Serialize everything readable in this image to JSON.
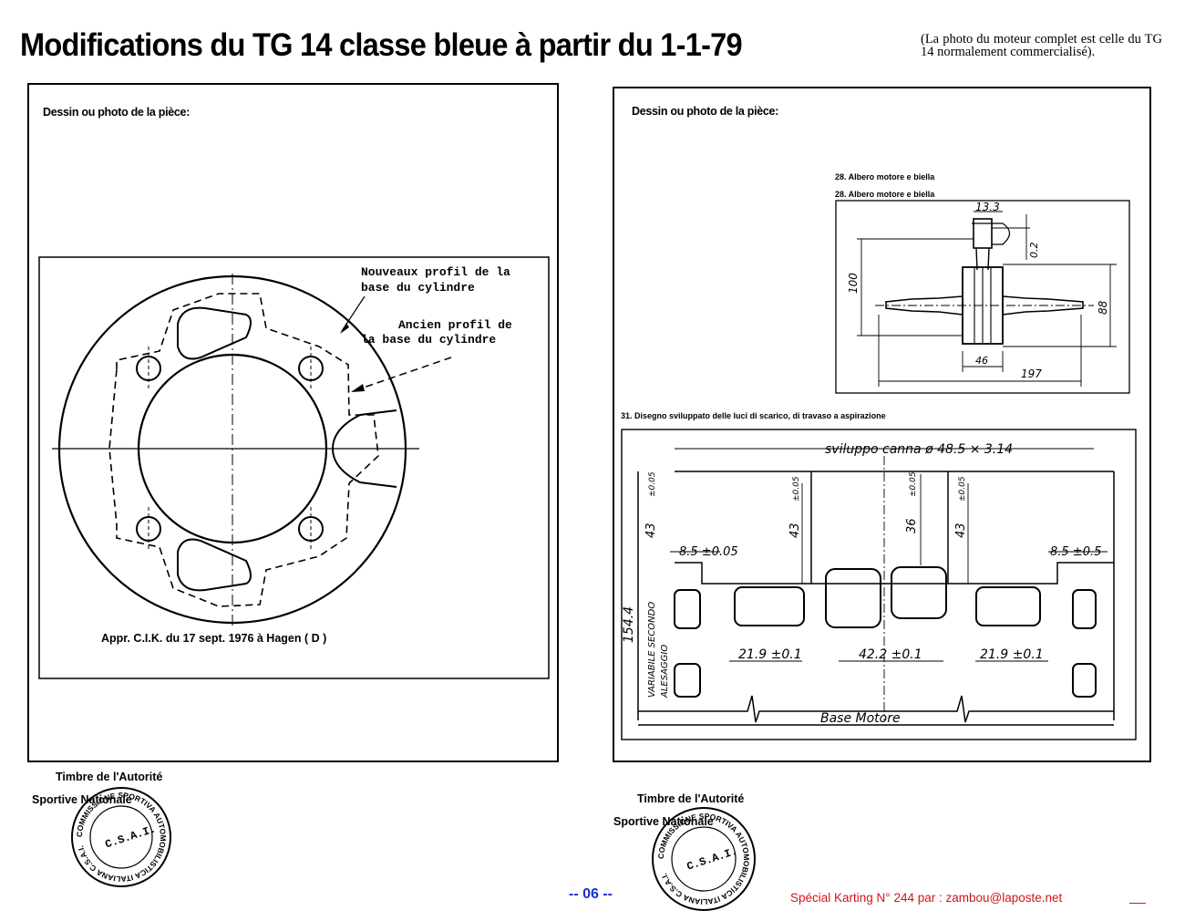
{
  "header": {
    "title": "Modifications du TG 14 classe bleue à partir du 1-1-79",
    "note": "(La photo du moteur complet est celle du TG 14 normalement commercialisé)."
  },
  "left_panel": {
    "field_label": "Dessin ou photo de la pièce:",
    "callout_new": [
      "Nouveaux profil de la",
      "base du cylindre"
    ],
    "callout_old": [
      "Ancien profil de",
      "la base du cylindre"
    ],
    "approval": "Appr. C.I.K. du 17 sept. 1976 à Hagen ( D )"
  },
  "right_panel": {
    "field_label": "Dessin ou photo de la pièce:",
    "caption_28a": "28. Albero motore e biella",
    "caption_28b": "28. Albero motore e biella",
    "crank_dims": [
      "13.3",
      "0.2",
      "100",
      "88",
      "46",
      "197"
    ],
    "caption_31": "31. Disegno sviluppato delle luci di scarico, di travaso a aspirazione",
    "ports": {
      "top_label": "sviluppo canna ø 48.5 × 3.14",
      "dims": [
        "43",
        "±0.05",
        "8.5 ±0.05",
        "43",
        "±0.05",
        "36",
        "±0.05",
        "43",
        "±0.05",
        "8.5 ±0.5",
        "154.4"
      ],
      "side_label": [
        "VARIABILE SECONDO",
        "ALESAGGIO"
      ],
      "widths": [
        "21.9 ±0.1",
        "42.2 ±0.1",
        "21.9 ±0.1"
      ],
      "base_label": "Base Motore"
    }
  },
  "stamps": {
    "left_label": [
      "Timbre de l'Autorité",
      "Sportive Nationale"
    ],
    "right_label": [
      "Timbre de l'Autorité",
      "Sportive Nationale"
    ],
    "seal_text": "COMMISSIONE SPORTIVA AUTOMOBILISTICA ITALIANA C.S.A.I."
  },
  "footer": {
    "page_number": "-- 06 --",
    "credit": "Spécial Karting N° 244 par :  zambou@laposte.net"
  }
}
